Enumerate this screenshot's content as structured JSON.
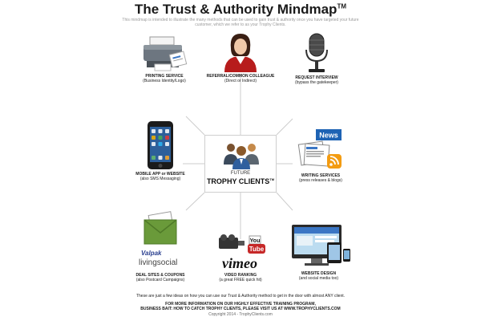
{
  "title": "The Trust & Authority Mindmap",
  "title_mark": "TM",
  "subtitle": "This mindmap is intended to illustrate the many methods that can be used to gain trust & authority once you have targeted your future customer, which we refer to as your Trophy Clients.",
  "center": {
    "line1": "FUTURE",
    "line2": "TROPHY CLIENTS",
    "mark": "TM"
  },
  "nodes": {
    "printing": {
      "label": "PRINTING SERVICE",
      "sub": "(Business Identity/Logo)",
      "icon": "printer-icon"
    },
    "referral": {
      "label": "REFERRAL/COMMON COLLEAGUE",
      "sub": "(Direct or Indirect)",
      "icon": "businesswoman-icon"
    },
    "interview": {
      "label": "REQUEST INTERVIEW",
      "sub": "(bypass the gatekeeper)",
      "icon": "microphone-icon"
    },
    "mobile": {
      "label": "MOBILE APP or WEBSITE",
      "sub": "(also SMS Messaging)",
      "icon": "smartphone-icon"
    },
    "writing": {
      "label": "WRITING SERVICES",
      "sub": "(press releases & blogs)",
      "icon": "news-rss-icon",
      "badge": "News"
    },
    "deals": {
      "label": "DEAL SITES & COUPONS",
      "sub": "(also Postcard Campaigns)",
      "icon": "coupon-envelope-icon",
      "brand1": "Valpak",
      "brand2": "livingsocial"
    },
    "video": {
      "label": "VIDEO RANKING",
      "sub": "(a great FREE quick hit)",
      "icon": "video-camera-icon",
      "brand1": "vimeo",
      "brand2": "You",
      "brand3": "Tube"
    },
    "web": {
      "label": "WEBSITE DESIGN",
      "sub": "(and social media too)",
      "icon": "devices-icon"
    }
  },
  "footer": {
    "line1": "These are just a few ideas on how you can use our Trust & Authority method to get in the door with almost ANY client.",
    "line2": "FOR MORE INFORMATION ON OUR HIGHLY EFFECTIVE TRAINING PROGRAM,",
    "line3": "BUSINESS BAIT: HOW TO CATCH TROPHY CLIENTS, PLEASE VISIT US AT WWW.TROPHYCLIENTS.COM",
    "line4": "Copyright 2014 - TrophyClients.com"
  },
  "colors": {
    "line": "#cccccc",
    "accent_red": "#c62828",
    "rss_orange": "#f39c12",
    "news_blue": "#1e63b4"
  }
}
